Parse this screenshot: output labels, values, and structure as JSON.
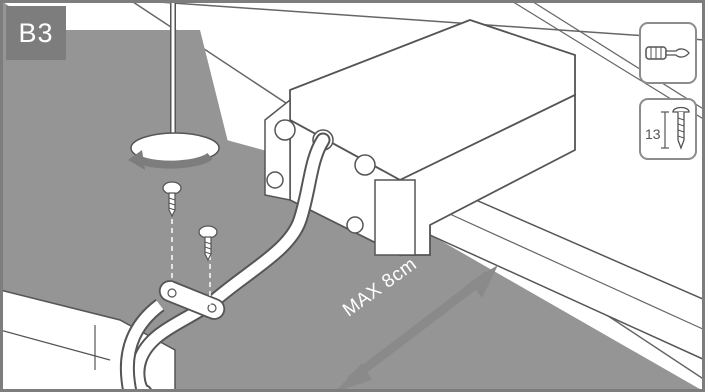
{
  "step": {
    "label": "B3"
  },
  "tools": {
    "screw_count": "13"
  },
  "annotation": {
    "max_distance": "MAX 8cm"
  },
  "colors": {
    "surface": "#959595",
    "frame": "#7d7d7d",
    "arrow": "#8a8a8a",
    "line": "#555555"
  },
  "icons": {
    "tool_1": "screwdriver-icon",
    "tool_2": "screw-icon"
  }
}
